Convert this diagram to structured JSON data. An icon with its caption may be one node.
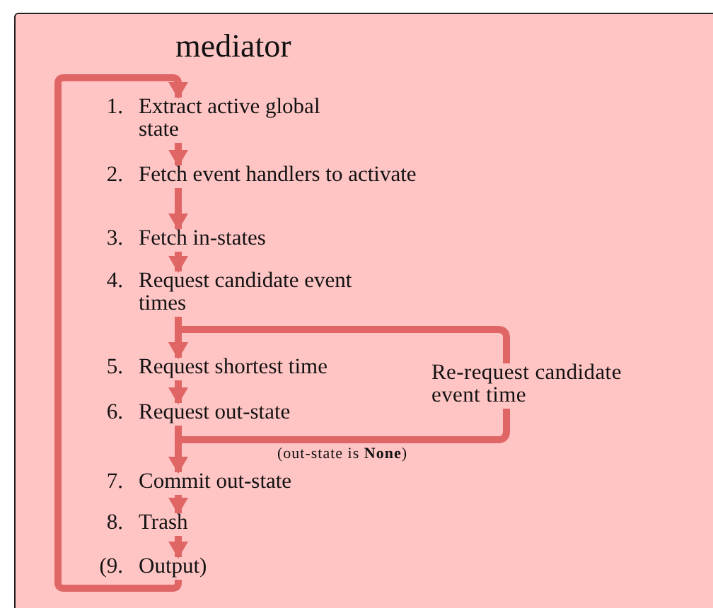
{
  "diagram": {
    "nodes": [
      {
        "text": [
          "mediator"
        ]
      },
      {
        "text": [
          "1.",
          "Extract active global state"
        ],
        "in": 0
      },
      {
        "text": [
          "2.",
          "Fetch event handlers to activate"
        ],
        "in": 0
      },
      {
        "text": [
          "3.",
          "Fetch in-states"
        ],
        "in": 0
      },
      {
        "text": [
          "4.",
          "Request candidate event times"
        ],
        "in": 0
      },
      {
        "text": [
          "5.",
          "Request shortest time"
        ],
        "in": 0
      },
      {
        "text": [
          "6.",
          "Request out-state"
        ],
        "in": 0
      },
      {
        "text": [
          "7.",
          "Commit out-state"
        ],
        "in": 0
      },
      {
        "text": [
          "8.",
          "Trash"
        ],
        "in": 0
      },
      {
        "text": [
          "(9.",
          "Output)"
        ],
        "in": 0
      },
      {
        "text": [
          "Re-request candidate event time"
        ],
        "in": 0
      }
    ],
    "edges": [
      {
        "from": 1,
        "to": 2,
        "arrow": "to"
      },
      {
        "from": 2,
        "to": 3,
        "arrow": "to"
      },
      {
        "from": 3,
        "to": 4,
        "arrow": "to"
      },
      {
        "from": 4,
        "to": 5,
        "arrow": "to"
      },
      {
        "from": 5,
        "to": 6,
        "arrow": "to"
      },
      {
        "from": 6,
        "to": 7,
        "arrow": "to"
      },
      {
        "from": 7,
        "to": 8,
        "arrow": "to"
      },
      {
        "from": 8,
        "to": 9,
        "arrow": "to"
      },
      {
        "from": 9,
        "to": 1,
        "arrow": "to"
      },
      {
        "from": 6,
        "to": 10,
        "arrow": "none",
        "label": "(out-state is **None**)"
      },
      {
        "from": 10,
        "to": 5,
        "arrow": "to"
      }
    ]
  }
}
